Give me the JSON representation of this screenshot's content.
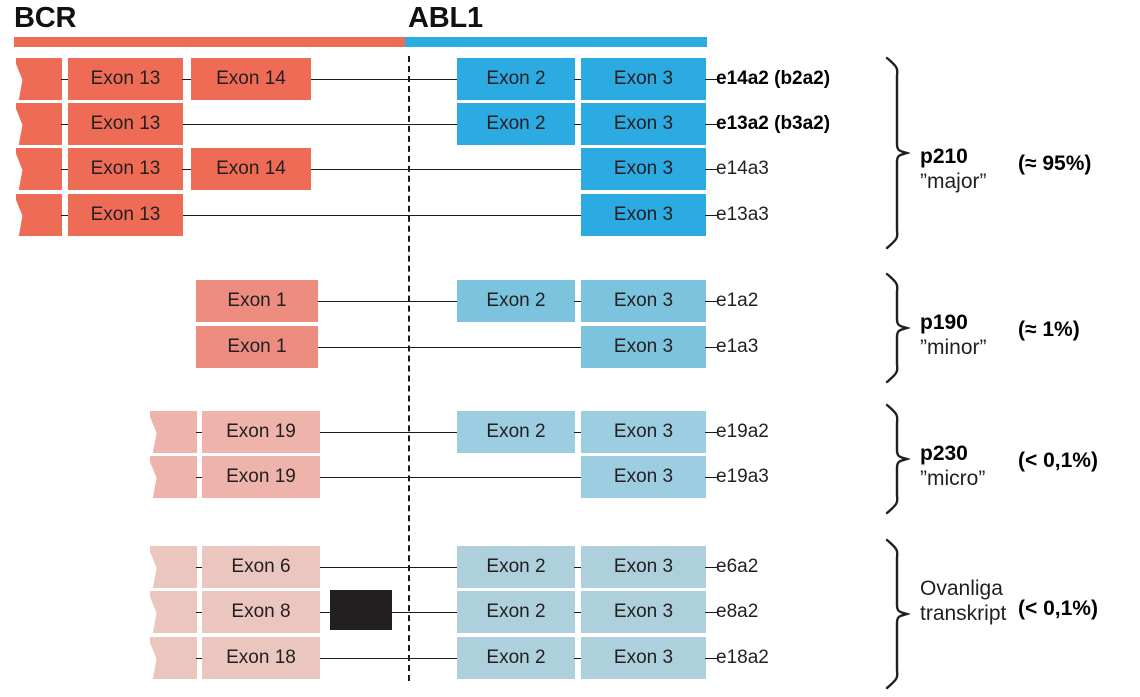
{
  "figure": {
    "genes": {
      "left": {
        "label": "BCR",
        "color": "#ee6c56"
      },
      "right": {
        "label": "ABL1",
        "color": "#2caae2"
      }
    },
    "palette": {
      "bcr_strong": "#ee6c56",
      "bcr_mid": "#ec8d80",
      "bcr_light": "#eeb3ab",
      "bcr_pale": "#ebc6bf",
      "abl_strong": "#2caae2",
      "abl_mid": "#7cc3de",
      "abl_light": "#9ccde0",
      "abl_pale": "#aed0dd",
      "insert_black": "#231f20",
      "line": "#1a1a1a"
    },
    "groups": [
      {
        "id": "p210",
        "name": "p210",
        "nickname": "”major”",
        "frequency": "(≈ 95%)",
        "transcripts": [
          {
            "name": "e14a2 (b2a2)",
            "bold": true,
            "bcr_exons": [
              "Exon 13",
              "Exon 14"
            ],
            "abl_exons": [
              "Exon 2",
              "Exon 3"
            ]
          },
          {
            "name": "e13a2 (b3a2)",
            "bold": true,
            "bcr_exons": [
              "Exon 13"
            ],
            "abl_exons": [
              "Exon 2",
              "Exon 3"
            ]
          },
          {
            "name": "e14a3",
            "bold": false,
            "bcr_exons": [
              "Exon 13",
              "Exon 14"
            ],
            "abl_exons": [
              "Exon 3"
            ]
          },
          {
            "name": "e13a3",
            "bold": false,
            "bcr_exons": [
              "Exon 13"
            ],
            "abl_exons": [
              "Exon 3"
            ]
          }
        ]
      },
      {
        "id": "p190",
        "name": "p190",
        "nickname": "”minor”",
        "frequency": "(≈ 1%)",
        "transcripts": [
          {
            "name": "e1a2",
            "bold": false,
            "bcr_exons": [
              "Exon 1"
            ],
            "abl_exons": [
              "Exon 2",
              "Exon 3"
            ]
          },
          {
            "name": "e1a3",
            "bold": false,
            "bcr_exons": [
              "Exon 1"
            ],
            "abl_exons": [
              "Exon 3"
            ]
          }
        ]
      },
      {
        "id": "p230",
        "name": "p230",
        "nickname": "”micro”",
        "frequency": "(< 0,1%)",
        "transcripts": [
          {
            "name": "e19a2",
            "bold": false,
            "bcr_exons": [
              "Exon 19"
            ],
            "abl_exons": [
              "Exon 2",
              "Exon 3"
            ]
          },
          {
            "name": "e19a3",
            "bold": false,
            "bcr_exons": [
              "Exon 19"
            ],
            "abl_exons": [
              "Exon 3"
            ]
          }
        ]
      },
      {
        "id": "rare",
        "name": "Ovanliga",
        "name2": "transkript",
        "nickname": "",
        "frequency": "(< 0,1%)",
        "transcripts": [
          {
            "name": "e6a2",
            "bold": false,
            "bcr_exons": [
              "Exon 6"
            ],
            "abl_exons": [
              "Exon 2",
              "Exon 3"
            ]
          },
          {
            "name": "e8a2",
            "bold": false,
            "bcr_exons": [
              "Exon 8"
            ],
            "abl_exons": [
              "Exon 2",
              "Exon 3"
            ],
            "insert": true
          },
          {
            "name": "e18a2",
            "bold": false,
            "bcr_exons": [
              "Exon 18"
            ],
            "abl_exons": [
              "Exon 2",
              "Exon 3"
            ]
          }
        ]
      }
    ]
  }
}
